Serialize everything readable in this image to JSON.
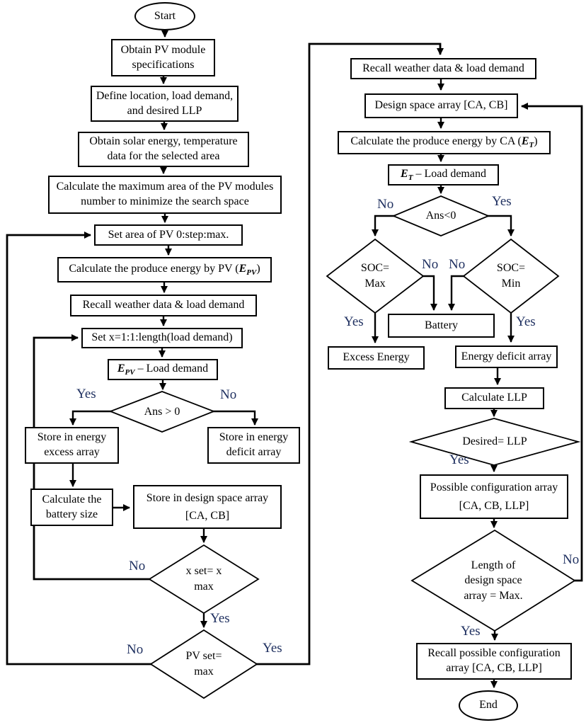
{
  "diagram": {
    "colors": {
      "line": "#000000",
      "edge_label": "#1f3060",
      "box_background": "#ffffff"
    },
    "labels": {
      "yes": "Yes",
      "no": "No"
    },
    "nodes": {
      "start": "Start",
      "obtain_pv": "Obtain PV module specifications",
      "define_location": "Define location, load demand, and desired LLP",
      "obtain_solar": "Obtain solar energy, temperature data for the selected area",
      "calc_max_area": "Calculate the maximum area of the PV modules number to minimize the search space",
      "set_area": "Set area of PV 0:step:max.",
      "calc_epv": {
        "prefix": "Calculate the produce energy by PV (",
        "var": "E",
        "sub": "PV",
        "suffix": ")"
      },
      "recall_weather_left": "Recall weather data & load demand",
      "set_x": "Set x=1:1:length(load demand)",
      "epv_minus": {
        "var": "E",
        "sub": "PV",
        "rest": " – Load demand"
      },
      "ans_gt0": "Ans > 0",
      "store_excess": "Store in energy excess array",
      "store_deficit": "Store in energy deficit array",
      "calc_battery": "Calculate the battery size",
      "store_design": {
        "line1": "Store in design space array",
        "line2": "[CA, CB]"
      },
      "x_set": {
        "line1": "x set= x",
        "line2": "max"
      },
      "pv_set": {
        "line1": "PV set=",
        "line2": "max"
      },
      "recall_weather_right": "Recall weather data & load demand",
      "design_space": "Design space array [CA, CB]",
      "calc_et": {
        "prefix": "Calculate the produce energy by CA (",
        "var": "E",
        "sub": "T",
        "suffix": ")"
      },
      "et_minus": {
        "var": "E",
        "sub": "T",
        "rest": " – Load demand"
      },
      "ans_lt0": "Ans<0",
      "soc_max": {
        "line1": "SOC=",
        "line2": "Max"
      },
      "soc_min": {
        "line1": "SOC=",
        "line2": "Min"
      },
      "battery": "Battery",
      "excess_energy": "Excess Energy",
      "energy_deficit": "Energy deficit array",
      "calc_llp": "Calculate LLP",
      "desired_llp": "Desired= LLP",
      "possible_config": {
        "line1": "Possible configuration array",
        "line2": "[CA, CB, LLP]"
      },
      "length_design": {
        "line1": "Length of",
        "line2": "design space",
        "line3": "array = Max."
      },
      "recall_possible": {
        "line1": "Recall possible configuration",
        "line2": "array [CA, CB, LLP]"
      },
      "end": "End"
    }
  }
}
